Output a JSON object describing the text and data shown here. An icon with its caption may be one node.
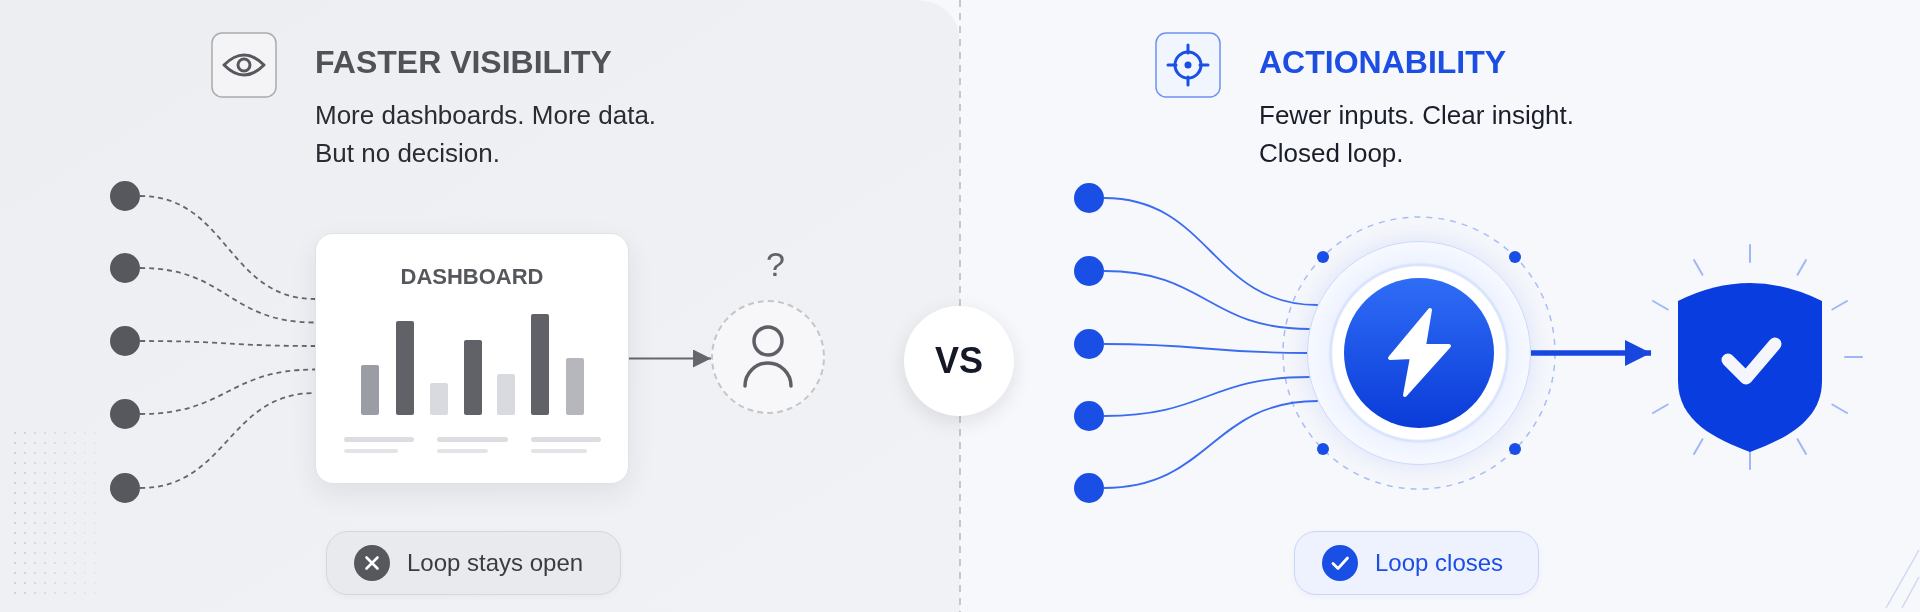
{
  "diagram": {
    "nodes": [
      {
        "text": [],
        "shape": "circle"
      },
      {
        "text": [],
        "shape": "circle"
      },
      {
        "text": [],
        "shape": "circle"
      },
      {
        "text": [],
        "shape": "circle"
      },
      {
        "text": [],
        "shape": "circle"
      },
      {
        "text": [
          "DASHBOARD"
        ]
      },
      {
        "text": [],
        "shape": "person",
        "beside": [
          "?"
        ]
      },
      {
        "text": [
          "Loop stays open"
        ]
      },
      {
        "text": [
          "VS"
        ]
      },
      {
        "text": [],
        "shape": "circle"
      },
      {
        "text": [],
        "shape": "circle"
      },
      {
        "text": [],
        "shape": "circle"
      },
      {
        "text": [],
        "shape": "circle"
      },
      {
        "text": [],
        "shape": "circle"
      },
      {
        "text": [],
        "shape": "circle"
      },
      {
        "text": [],
        "shape": "shield"
      },
      {
        "text": [
          "Loop closes"
        ]
      }
    ],
    "edges": [
      {
        "from": 0,
        "to": 5,
        "arrow": "none",
        "style": "dashed"
      },
      {
        "from": 1,
        "to": 5,
        "arrow": "none",
        "style": "dashed"
      },
      {
        "from": 2,
        "to": 5,
        "arrow": "none",
        "style": "dashed"
      },
      {
        "from": 3,
        "to": 5,
        "arrow": "none",
        "style": "dashed"
      },
      {
        "from": 4,
        "to": 5,
        "arrow": "none",
        "style": "dashed"
      },
      {
        "from": 5,
        "to": 6,
        "arrow": "to"
      },
      {
        "from": 9,
        "to": 14,
        "arrow": "none",
        "color": "#3b6cf0"
      },
      {
        "from": 10,
        "to": 14,
        "arrow": "none",
        "color": "#3b6cf0"
      },
      {
        "from": 11,
        "to": 14,
        "arrow": "none",
        "color": "#3b6cf0"
      },
      {
        "from": 12,
        "to": 14,
        "arrow": "none",
        "color": "#3b6cf0"
      },
      {
        "from": 13,
        "to": 14,
        "arrow": "none",
        "color": "#3b6cf0"
      },
      {
        "from": 14,
        "to": 15,
        "arrow": "to",
        "style": "thick",
        "color": "#1847e0"
      }
    ],
    "labels": [
      "FASTER VISIBILITY",
      "More dashboards. More data. But no decision.",
      "ACTIONABILITY",
      "Fewer inputs. Clear insight. Closed loop."
    ]
  }
}
